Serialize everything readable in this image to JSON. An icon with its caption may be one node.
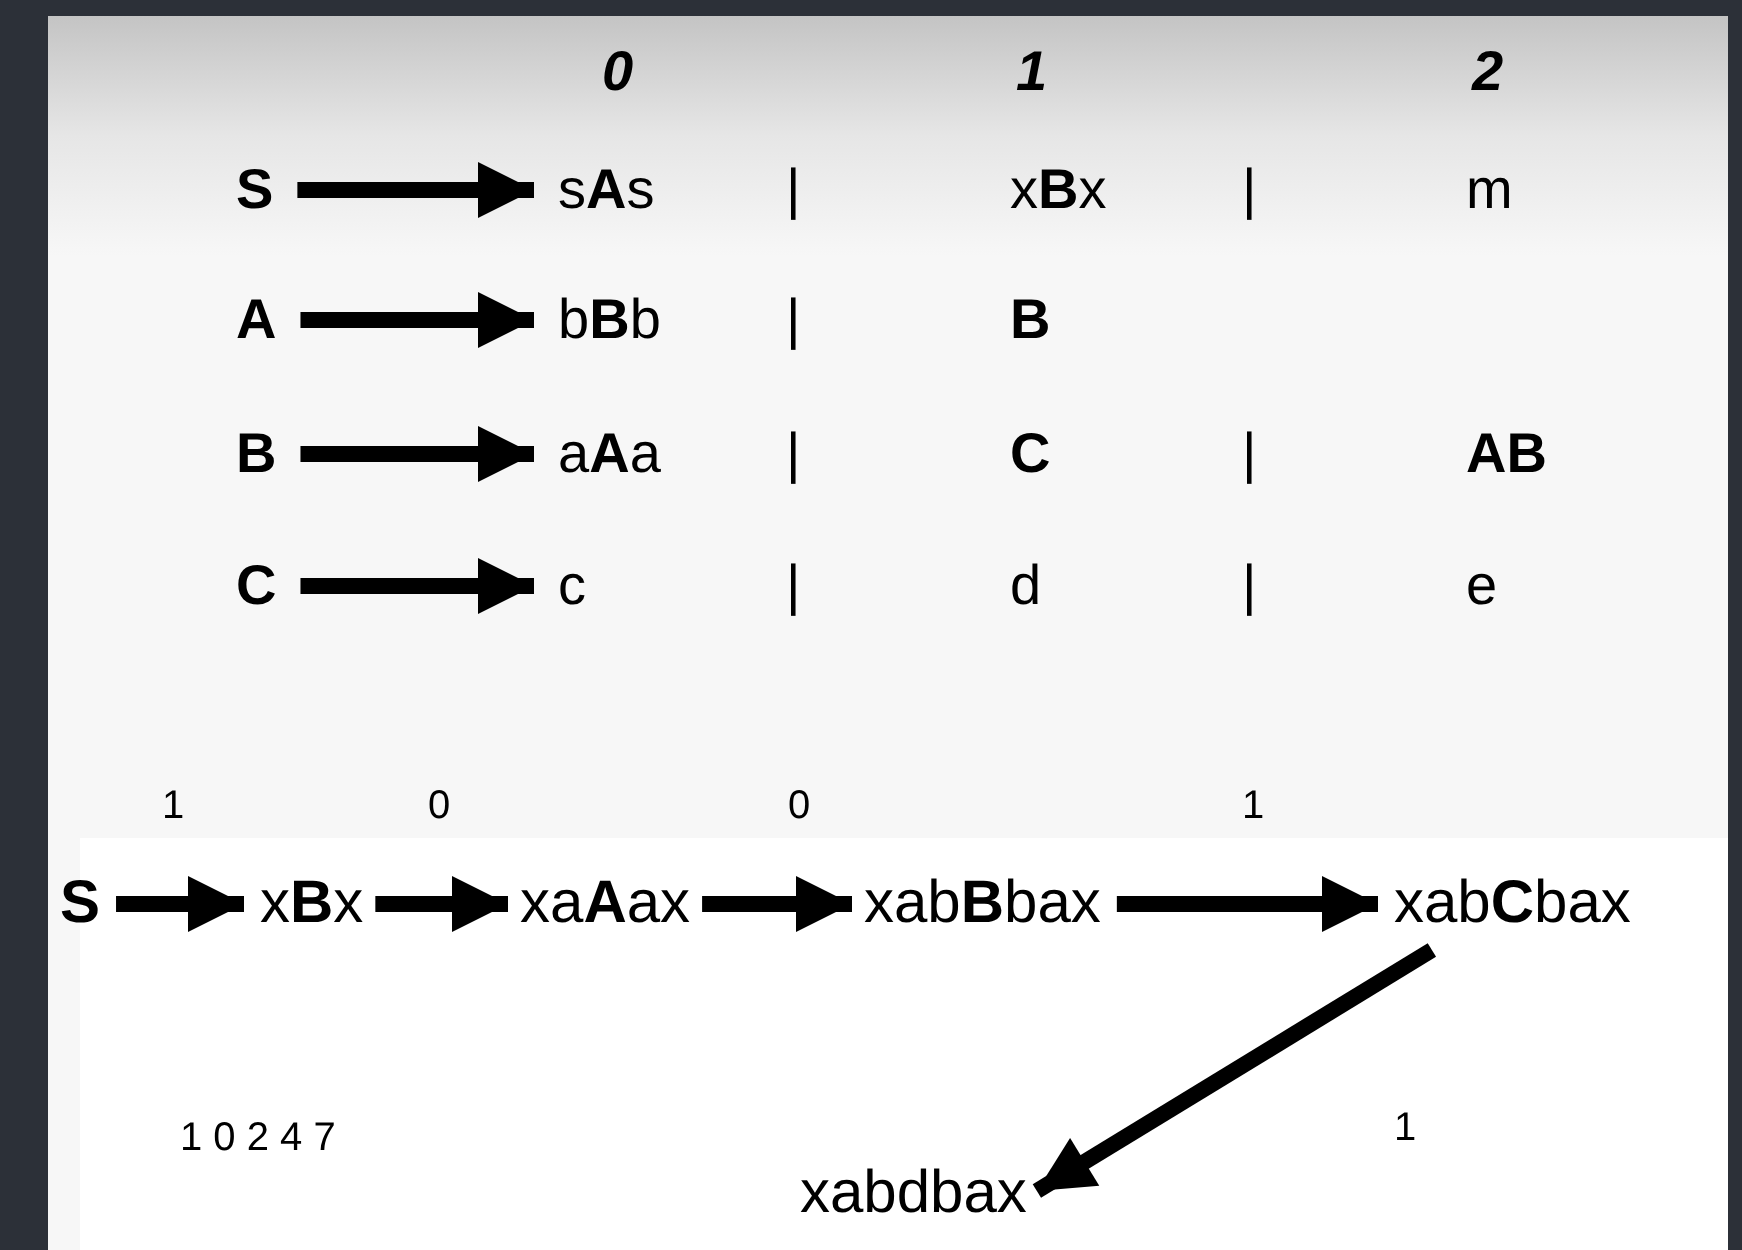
{
  "diagram": {
    "nodes": [
      {
        "text": [
          "S"
        ]
      },
      {
        "text": [
          "s**A**s"
        ]
      },
      {
        "text": [
          "A"
        ]
      },
      {
        "text": [
          "b**B**b"
        ]
      },
      {
        "text": [
          "B"
        ]
      },
      {
        "text": [
          "a**A**a"
        ]
      },
      {
        "text": [
          "C"
        ]
      },
      {
        "text": [
          "c"
        ]
      },
      {
        "text": [
          "S"
        ]
      },
      {
        "text": [
          "x**B**x"
        ]
      },
      {
        "text": [
          "xa**A**ax"
        ]
      },
      {
        "text": [
          "xab**B**bax"
        ]
      },
      {
        "text": [
          "xab**C**bax"
        ]
      },
      {
        "text": [
          "xabdbax"
        ]
      }
    ],
    "edges": [
      {
        "from": 0,
        "to": 1,
        "arrow": "to"
      },
      {
        "from": 2,
        "to": 3,
        "arrow": "to"
      },
      {
        "from": 4,
        "to": 5,
        "arrow": "to"
      },
      {
        "from": 6,
        "to": 7,
        "arrow": "to"
      },
      {
        "from": 8,
        "to": 9,
        "arrow": "to"
      },
      {
        "from": 9,
        "to": 10,
        "arrow": "to"
      },
      {
        "from": 10,
        "to": 11,
        "arrow": "to"
      },
      {
        "from": 11,
        "to": 12,
        "arrow": "to"
      },
      {
        "from": 12,
        "to": 13,
        "arrow": "to"
      }
    ],
    "labels": [
      "0",
      "1",
      "2",
      "|",
      "x**B**x",
      "|",
      "m",
      "|",
      "B",
      "|",
      "C",
      "|",
      "AB",
      "|",
      "d",
      "|",
      "e",
      "1",
      "0",
      "0",
      "1",
      "1 0 2 4 7",
      "1"
    ]
  }
}
